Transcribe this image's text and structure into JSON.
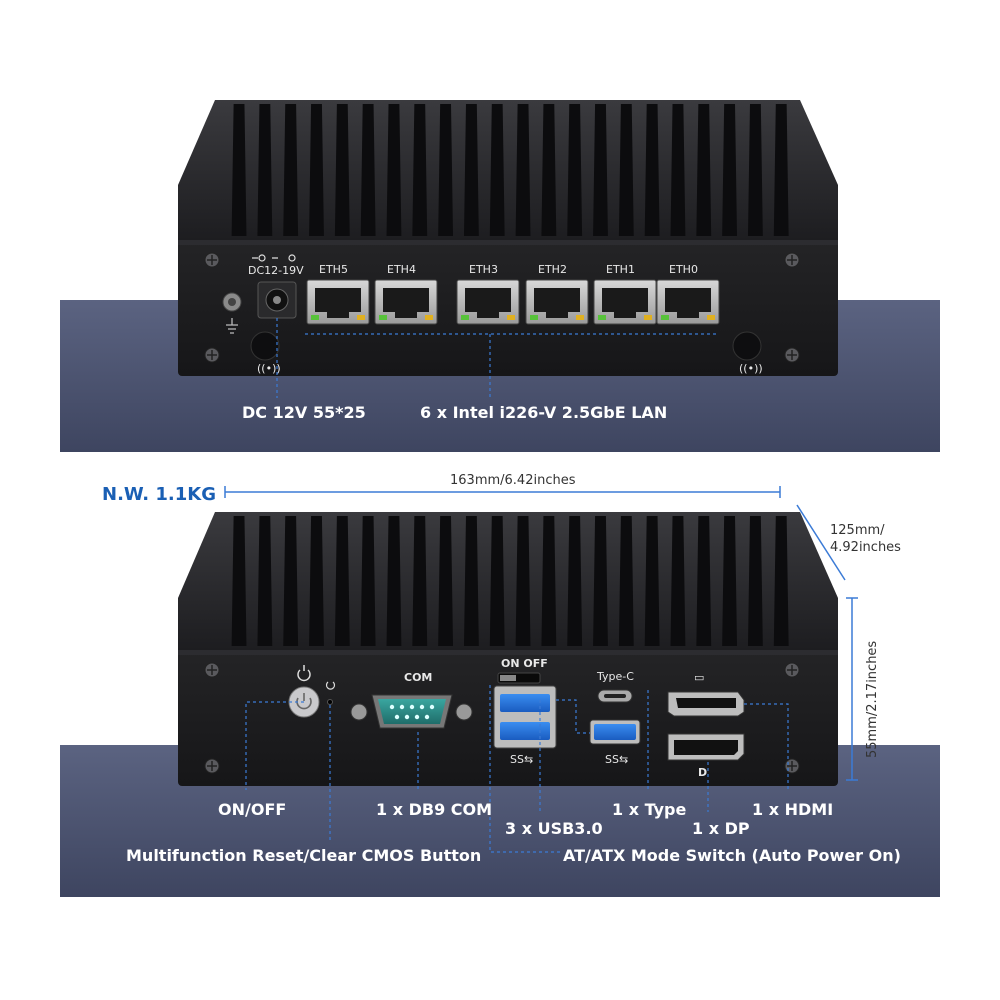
{
  "colors": {
    "band": "#4e5673",
    "chassis": "#1b1b1d",
    "fin": "#101012",
    "accent_line": "#3b7bd6",
    "weight_text": "#1a5fb4"
  },
  "top_device": {
    "power_label": "DC12-19V",
    "ports": [
      "ETH5",
      "ETH4",
      "ETH3",
      "ETH2",
      "ETH1",
      "ETH0"
    ],
    "callouts": {
      "dc": "DC 12V 55*25",
      "lan": "6 x Intel i226-V 2.5GbE LAN"
    }
  },
  "dimensions": {
    "weight": "N.W. 1.1KG",
    "width": "163mm/6.42inches",
    "depth_line1": "125mm/",
    "depth_line2": "4.92inches",
    "height": "55mm/2.17inches"
  },
  "bottom_device": {
    "com_label": "COM",
    "switch_label": "ON  OFF",
    "typec_label": "Type-C",
    "callouts": {
      "onoff": "ON/OFF",
      "com": "1 x DB9 COM",
      "usb": "3 x USB3.0",
      "typec": "1 x Type",
      "dp": "1 x DP",
      "hdmi": "1 x HDMI",
      "reset": "Multifunction Reset/Clear CMOS Button",
      "atx": "AT/ATX Mode Switch (Auto Power On)"
    }
  }
}
